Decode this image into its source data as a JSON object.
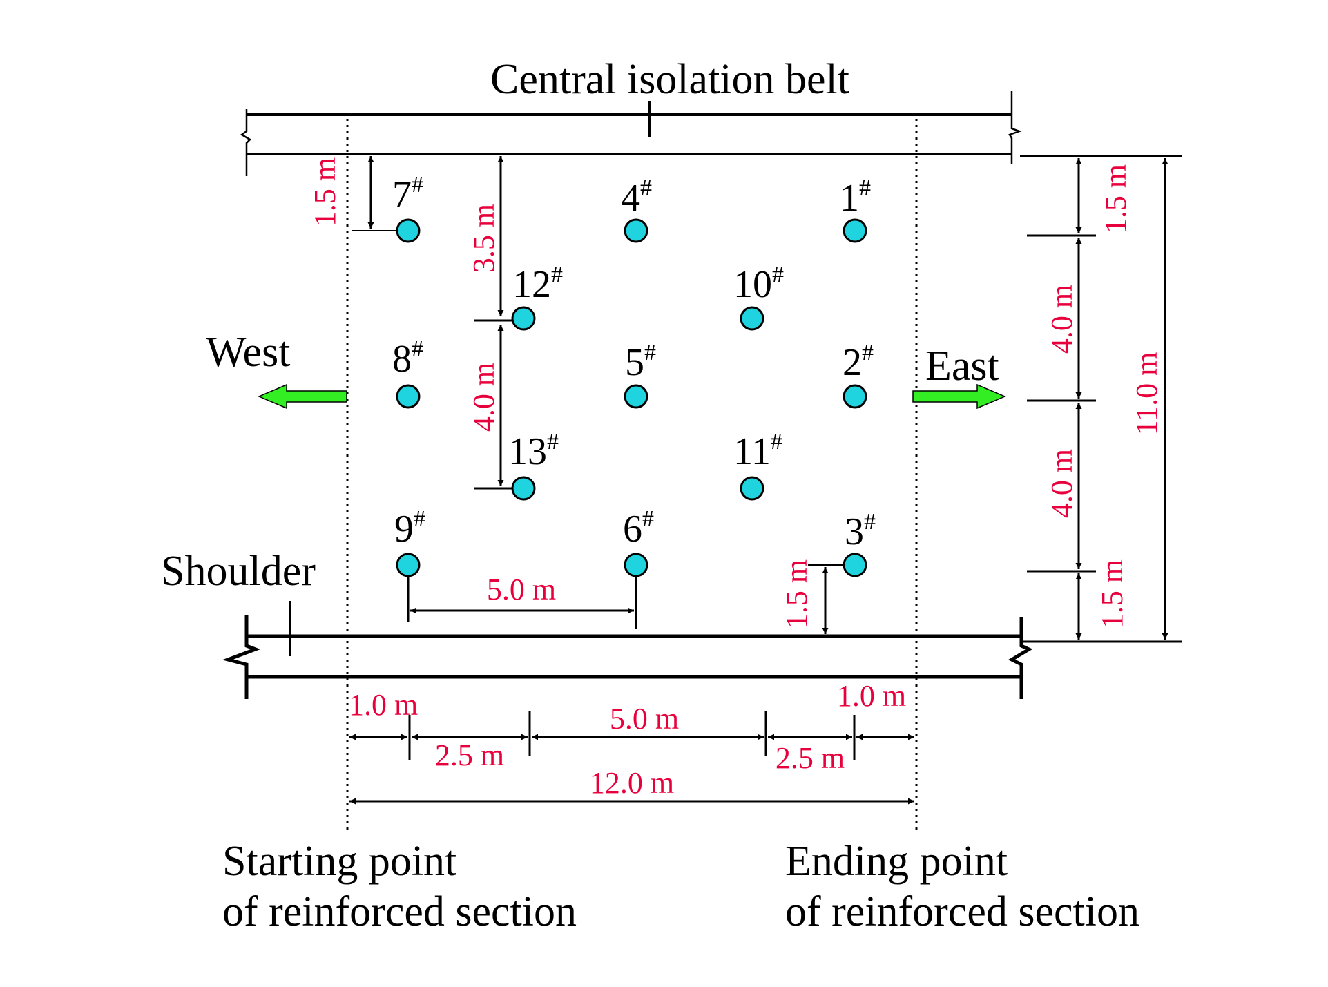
{
  "title": "Central isolation belt",
  "directions": {
    "west": "West",
    "east": "East"
  },
  "shoulder": "Shoulder",
  "start_label": {
    "line1": "Starting point",
    "line2": "of reinforced section"
  },
  "end_label": {
    "line1": "Ending point",
    "line2": "of reinforced section"
  },
  "points": [
    {
      "id": "7",
      "sup": "#"
    },
    {
      "id": "4",
      "sup": "#"
    },
    {
      "id": "1",
      "sup": "#"
    },
    {
      "id": "12",
      "sup": "#"
    },
    {
      "id": "10",
      "sup": "#"
    },
    {
      "id": "8",
      "sup": "#"
    },
    {
      "id": "5",
      "sup": "#"
    },
    {
      "id": "2",
      "sup": "#"
    },
    {
      "id": "13",
      "sup": "#"
    },
    {
      "id": "11",
      "sup": "#"
    },
    {
      "id": "9",
      "sup": "#"
    },
    {
      "id": "6",
      "sup": "#"
    },
    {
      "id": "3",
      "sup": "#"
    }
  ],
  "dims": {
    "v_top_left": "1.5 m",
    "v_35": "3.5 m",
    "v_40_left": "4.0 m",
    "h_50_mid": "5.0 m",
    "v_15_bottom_left": "1.5 m",
    "r_15_top": "1.5 m",
    "r_40_a": "4.0 m",
    "r_40_b": "4.0 m",
    "r_15_bottom": "1.5 m",
    "r_total": "11.0 m",
    "b_10_left": "1.0 m",
    "b_25_left": "2.5 m",
    "b_50": "5.0 m",
    "b_25_right": "2.5 m",
    "b_10_right": "1.0 m",
    "b_total": "12.0 m"
  },
  "colors": {
    "dimension_text": "#e8003c",
    "point_fill": "#1fd3df",
    "arrow_fill": "#33ee22",
    "line": "#000000"
  }
}
